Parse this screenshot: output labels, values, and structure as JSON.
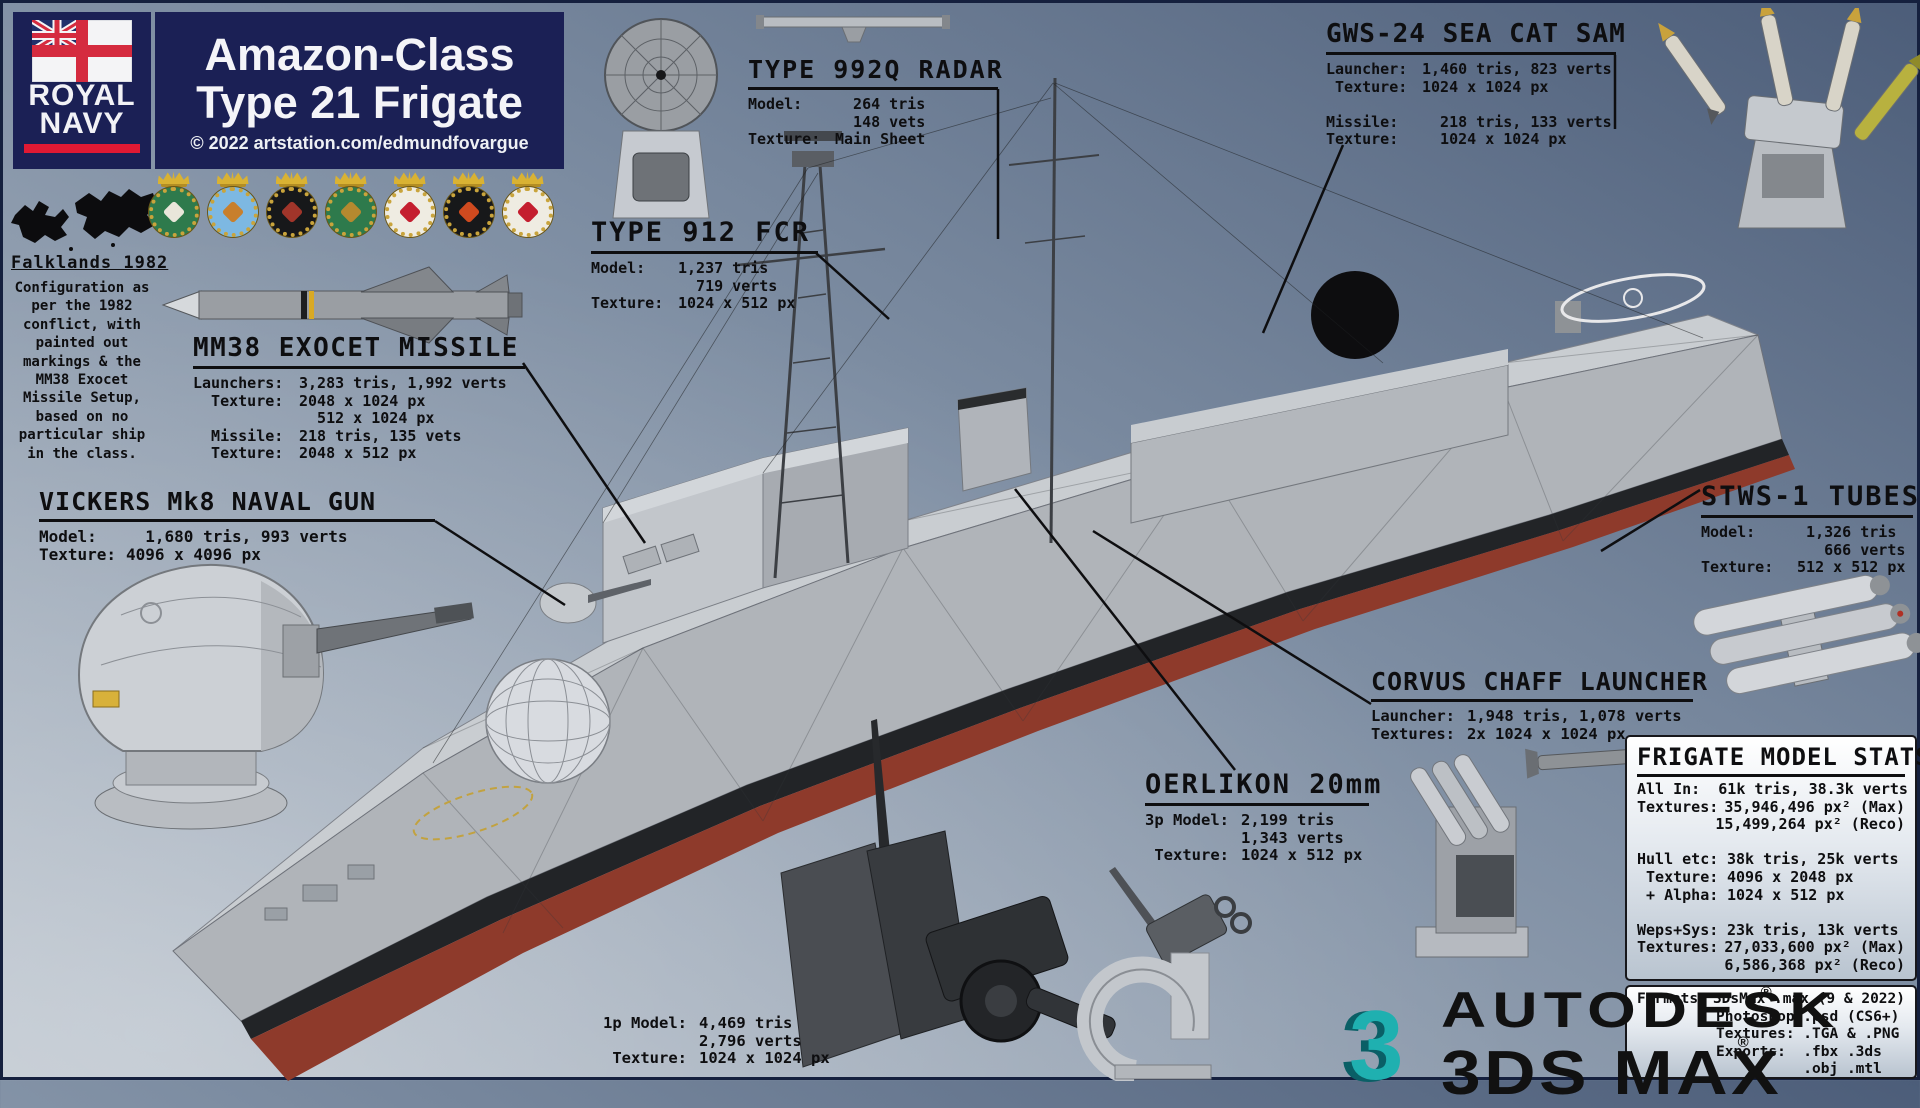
{
  "colors": {
    "navy": "#1b2055",
    "red_bar": "#e01933",
    "background_dark": "#4c5d79",
    "background_light": "#b7c0ca",
    "hull_red": "#8e3a2b",
    "teal_logo": "#1fb0b0",
    "gold": "#c9a43c",
    "ink": "#0e0e10"
  },
  "header": {
    "brand_line1": "ROYAL",
    "brand_line2": "NAVY",
    "title_line1": "Amazon-Class",
    "title_line2": "Type 21 Frigate",
    "copyright": "© 2022 artstation.com/edmundfovargue"
  },
  "falklands": {
    "title": "Falklands 1982",
    "lines": [
      "Configuration as",
      "per the 1982",
      "conflict, with",
      "painted out",
      "markings & the",
      "MM38 Exocet",
      "Missile Setup,",
      "based on no",
      "particular ship",
      "in the class."
    ]
  },
  "crests": [
    {
      "name": "ship-crest-1",
      "field": "#2e7a4c",
      "charge": "#e9e6da"
    },
    {
      "name": "ship-crest-2",
      "field": "#7db8e2",
      "charge": "#c87f2c"
    },
    {
      "name": "ship-crest-3",
      "field": "#17181a",
      "charge": "#a1352a"
    },
    {
      "name": "ship-crest-4",
      "field": "#2e7a4c",
      "charge": "#b5892f"
    },
    {
      "name": "ship-crest-5",
      "field": "#efece2",
      "charge": "#c41e2f"
    },
    {
      "name": "ship-crest-6",
      "field": "#17181a",
      "charge": "#cf4a1f"
    },
    {
      "name": "ship-crest-7",
      "field": "#efece2",
      "charge": "#c41e2f"
    }
  ],
  "blocks": {
    "mm38": {
      "title": "MM38 EXOCET MISSILE",
      "rows": [
        [
          "Launchers:",
          "3,283 tris, 1,992 verts"
        ],
        [
          "  Texture:",
          "2048 x 1024 px"
        ],
        [
          "",
          "  512 x 1024 px"
        ],
        [
          "  Missile:",
          "218 tris, 135 vets"
        ],
        [
          "  Texture:",
          "2048 x 512 px"
        ]
      ]
    },
    "radar992": {
      "title": "TYPE 992Q RADAR",
      "rows": [
        [
          "Model:",
          "  264 tris"
        ],
        [
          "",
          "  148 vets"
        ],
        [
          "Texture:",
          "Main Sheet"
        ]
      ]
    },
    "fcr912": {
      "title": "TYPE 912 FCR",
      "rows": [
        [
          "Model:",
          "1,237 tris"
        ],
        [
          "",
          "  719 verts"
        ],
        [
          "Texture:",
          "1024 x 512 px"
        ]
      ]
    },
    "seacat": {
      "title": "GWS-24 SEA CAT SAM",
      "rows": [
        [
          "Launcher:",
          "1,460 tris, 823 verts"
        ],
        [
          " Texture:",
          "1024 x 1024 px"
        ],
        [
          "",
          ""
        ],
        [
          "Missile:",
          "  218 tris, 133 verts"
        ],
        [
          "Texture:",
          "  1024 x 1024 px"
        ]
      ]
    },
    "vickers": {
      "title": "VICKERS Mk8 NAVAL GUN",
      "rows": [
        [
          "Model:",
          "  1,680 tris, 993 verts"
        ],
        [
          "Texture:",
          "4096 x 4096 px"
        ]
      ]
    },
    "stws": {
      "title": "STWS-1 TUBES",
      "rows": [
        [
          "Model:",
          "  1,326 tris"
        ],
        [
          "",
          "    666 verts"
        ],
        [
          "Texture:",
          " 512 x 512 px"
        ]
      ]
    },
    "corvus": {
      "title": "CORVUS CHAFF LAUNCHER",
      "rows": [
        [
          "Launcher:",
          "1,948 tris, 1,078 verts"
        ],
        [
          "Textures:",
          "2x 1024 x 1024 px"
        ]
      ]
    },
    "oerlikon": {
      "title": "OERLIKON 20mm",
      "rows": [
        [
          "3p Model:",
          "2,199 tris"
        ],
        [
          "",
          "1,343 verts"
        ],
        [
          " Texture:",
          "1024 x 512 px"
        ]
      ]
    },
    "oerlikon1p": {
      "rows": [
        [
          "1p Model:",
          "4,469 tris"
        ],
        [
          "",
          "2,796 verts"
        ],
        [
          " Texture:",
          "1024 x 1024 px"
        ]
      ]
    }
  },
  "stats_box": {
    "title": "FRIGATE MODEL STATS",
    "rows": [
      [
        "All In:",
        "  61k tris, 38.3k verts"
      ],
      [
        "Textures:",
        "35,946,496 px² (Max)"
      ],
      [
        "",
        " 15,499,264 px² (Reco)"
      ],
      [
        "",
        ""
      ],
      [
        "Hull etc:",
        "38k tris, 25k verts"
      ],
      [
        " Texture:",
        "4096 x 2048 px"
      ],
      [
        " + Alpha:",
        "1024 x 512 px"
      ],
      [
        "",
        ""
      ],
      [
        "Weps+Sys:",
        "23k tris, 13k verts"
      ],
      [
        "Textures:",
        "27,033,600 px² (Max)"
      ],
      [
        "",
        "  6,586,368 px² (Reco)"
      ]
    ]
  },
  "formats_box": {
    "rows": [
      [
        "Formats:",
        "3DsMax .max (9 & 2022)"
      ],
      [
        "",
        "Photoshop .psd (CS6+)"
      ],
      [
        "",
        "Textures: .TGA & .PNG"
      ],
      [
        "",
        "Exports:  .fbx .3ds"
      ],
      [
        "",
        "          .obj .mtl"
      ]
    ]
  },
  "autodesk": {
    "logo_glyph": "3",
    "name": "AUTODESK",
    "product": "3DS MAX",
    "reg": "®"
  }
}
